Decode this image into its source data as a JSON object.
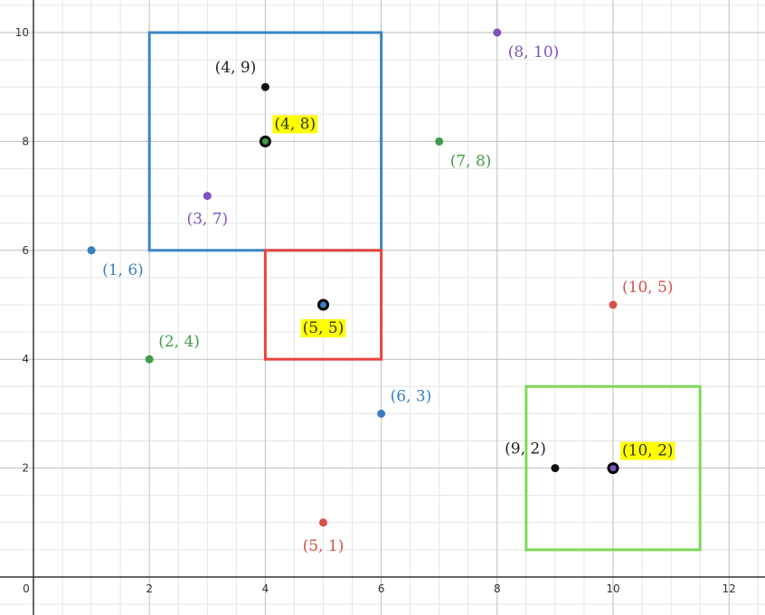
{
  "chart_data": {
    "type": "scatter",
    "title": "",
    "xlabel": "",
    "ylabel": "",
    "xlim": [
      -0.3,
      12.5
    ],
    "ylim": [
      -0.5,
      10.6
    ],
    "x_ticks": [
      "0",
      "2",
      "4",
      "6",
      "8",
      "10",
      "12"
    ],
    "y_ticks": [
      "2",
      "4",
      "6",
      "8",
      "10"
    ],
    "grid": true,
    "points": [
      {
        "label": "(1, 6)",
        "x": 1,
        "y": 6,
        "color": "#3a7dc4",
        "highlight": false,
        "label_pos": "below-right"
      },
      {
        "label": "(2, 4)",
        "x": 2,
        "y": 4,
        "color": "#3f9b4b",
        "highlight": false,
        "label_pos": "above-right"
      },
      {
        "label": "(3, 7)",
        "x": 3,
        "y": 7,
        "color": "#7c53b8",
        "highlight": false,
        "label_pos": "below"
      },
      {
        "label": "(4, 9)",
        "x": 4,
        "y": 9,
        "color": "#111111",
        "highlight": false,
        "label_pos": "above-left"
      },
      {
        "label": "(4, 8)",
        "x": 4,
        "y": 8,
        "color": "#3f9b4b",
        "highlight": true,
        "label_pos": "above-right"
      },
      {
        "label": "(5, 5)",
        "x": 5,
        "y": 5,
        "color": "#3a7dc4",
        "highlight": true,
        "label_pos": "below"
      },
      {
        "label": "(5, 1)",
        "x": 5,
        "y": 1,
        "color": "#d6504a",
        "highlight": false,
        "label_pos": "below"
      },
      {
        "label": "(6, 3)",
        "x": 6,
        "y": 3,
        "color": "#3a7dc4",
        "highlight": false,
        "label_pos": "above-right"
      },
      {
        "label": "(7, 8)",
        "x": 7,
        "y": 8,
        "color": "#3f9b4b",
        "highlight": false,
        "label_pos": "below-right"
      },
      {
        "label": "(8, 10)",
        "x": 8,
        "y": 10,
        "color": "#7c53b8",
        "highlight": false,
        "label_pos": "below-right"
      },
      {
        "label": "(9, 2)",
        "x": 9,
        "y": 2,
        "color": "#111111",
        "highlight": false,
        "label_pos": "above-left"
      },
      {
        "label": "(10, 2)",
        "x": 10,
        "y": 2,
        "color": "#7c53b8",
        "highlight": true,
        "label_pos": "above-right"
      },
      {
        "label": "(10, 5)",
        "x": 10,
        "y": 5,
        "color": "#d6504a",
        "highlight": false,
        "label_pos": "above-right"
      }
    ],
    "rectangles": [
      {
        "x0": 2,
        "y0": 6,
        "x1": 6,
        "y1": 10,
        "color": "#3a85c8"
      },
      {
        "x0": 4,
        "y0": 4,
        "x1": 6,
        "y1": 6,
        "color": "#e8453c"
      },
      {
        "x0": 8.5,
        "y0": 0.5,
        "x1": 11.5,
        "y1": 3.5,
        "color": "#7ed957"
      }
    ],
    "highlight_color": "#ffff00"
  }
}
